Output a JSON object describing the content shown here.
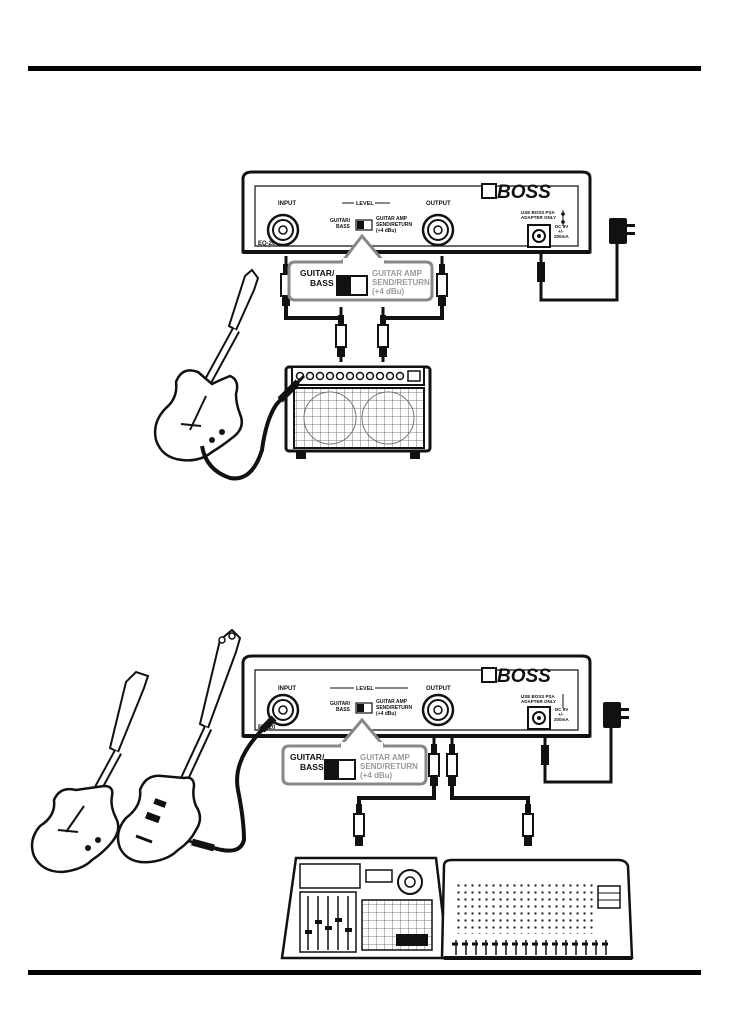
{
  "pedal": {
    "brand": "BOSS",
    "model": "EQ-20",
    "input_label": "INPUT",
    "output_label": "OUTPUT",
    "level_label": "LEVEL",
    "switch_left": "GUITAR/\nBASS",
    "switch_right": "GUITAR AMP\nSEND/RETURN\n(+4 dBu)",
    "adapter_text": "USE BOSS PSA\nADAPTER ONLY",
    "dc_text": "DC 9V\n+/-\n200mA"
  },
  "callout": {
    "left": "GUITAR/\nBASS",
    "right": "GUITAR AMP\nSEND/RETURN\n(+4 dBu)"
  }
}
